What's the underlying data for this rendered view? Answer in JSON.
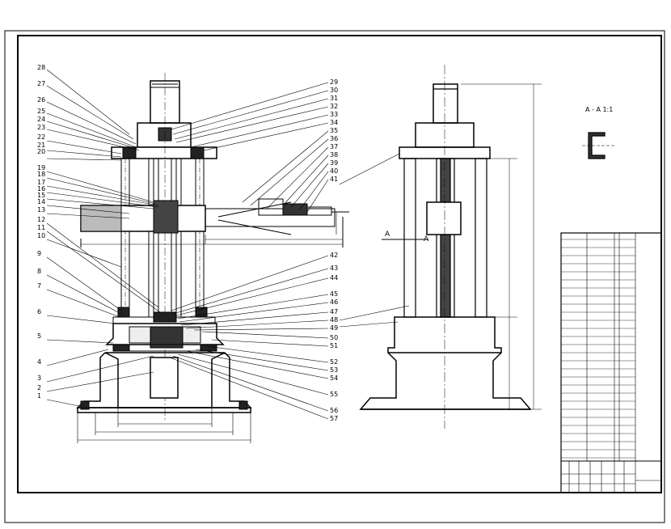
{
  "drawing": {
    "left_labels": [
      "28",
      "27",
      "26",
      "25",
      "24",
      "23",
      "22",
      "21",
      "20",
      "19",
      "18",
      "17",
      "16",
      "15",
      "14",
      "13",
      "12",
      "11",
      "10",
      "9",
      "8",
      "7",
      "6",
      "5",
      "4",
      "3",
      "2",
      "1"
    ],
    "right_labels": [
      "29",
      "30",
      "31",
      "32",
      "33",
      "34",
      "35",
      "36",
      "37",
      "38",
      "39",
      "40",
      "41",
      "42",
      "43",
      "44",
      "45",
      "46",
      "47",
      "48",
      "49",
      "50",
      "51",
      "52",
      "53",
      "54",
      "55",
      "56",
      "57"
    ],
    "section_label": "A",
    "section_title": "A - A 1:1"
  }
}
